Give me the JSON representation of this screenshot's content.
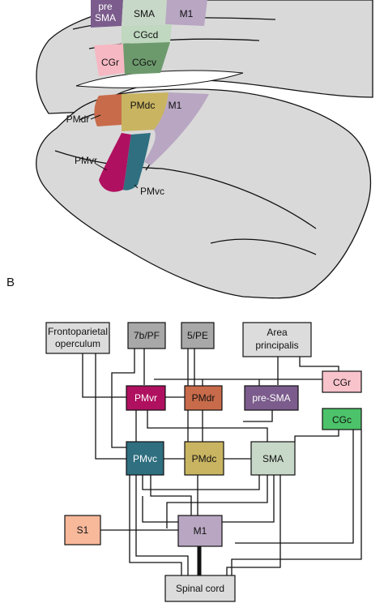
{
  "panel_b_label": "B",
  "brain": {
    "regions": {
      "presma": {
        "line1": "pre",
        "line2": "SMA",
        "color": "#7b5c8c"
      },
      "sma": {
        "label": "SMA",
        "color": "#c8d8c8"
      },
      "m1_top": {
        "label": "M1",
        "color": "#b8a6c2"
      },
      "cgcd": {
        "label": "CGcd",
        "color": "#bfd8bf"
      },
      "cgr": {
        "label": "CGr",
        "color": "#f6b8c2"
      },
      "cgcv": {
        "label": "CGcv",
        "color": "#6d9a6d"
      },
      "pmdr": {
        "label": "PMdr",
        "color": "#c86b4a"
      },
      "pmdc": {
        "label": "PMdc",
        "color": "#c9b461"
      },
      "m1_lat": {
        "label": "M1",
        "color": "#b8a6c2"
      },
      "pmvr": {
        "label": "PMvr",
        "color": "#b01060"
      },
      "pmvc": {
        "label": "PMvc",
        "color": "#2f6f80"
      }
    }
  },
  "network": {
    "nodes": {
      "frontoparietal": {
        "line1": "Frontoparietal",
        "line2": "operculum",
        "color": "#dcdcdc"
      },
      "pf7b": {
        "label": "7b/PF",
        "color": "#a8a8a8"
      },
      "pe5": {
        "label": "5/PE",
        "color": "#a8a8a8"
      },
      "area_principalis": {
        "line1": "Area",
        "line2": "principalis",
        "color": "#dcdcdc"
      },
      "cgr": {
        "label": "CGr",
        "color": "#f9c3cc"
      },
      "pmvr": {
        "label": "PMvr",
        "color": "#b01060"
      },
      "pmdr": {
        "label": "PMdr",
        "color": "#c86b4a"
      },
      "presma": {
        "label": "pre-SMA",
        "color": "#7b5c8c"
      },
      "cgc": {
        "label": "CGc",
        "color": "#4cc36a"
      },
      "pmvc": {
        "label": "PMvc",
        "color": "#2f6f80"
      },
      "pmdc": {
        "label": "PMdc",
        "color": "#c9b461"
      },
      "sma": {
        "label": "SMA",
        "color": "#c8d8c8"
      },
      "s1": {
        "label": "S1",
        "color": "#f8b89a"
      },
      "m1": {
        "label": "M1",
        "color": "#b8a6c2"
      },
      "spinal": {
        "label": "Spinal cord",
        "color": "#dcdcdc"
      }
    }
  }
}
